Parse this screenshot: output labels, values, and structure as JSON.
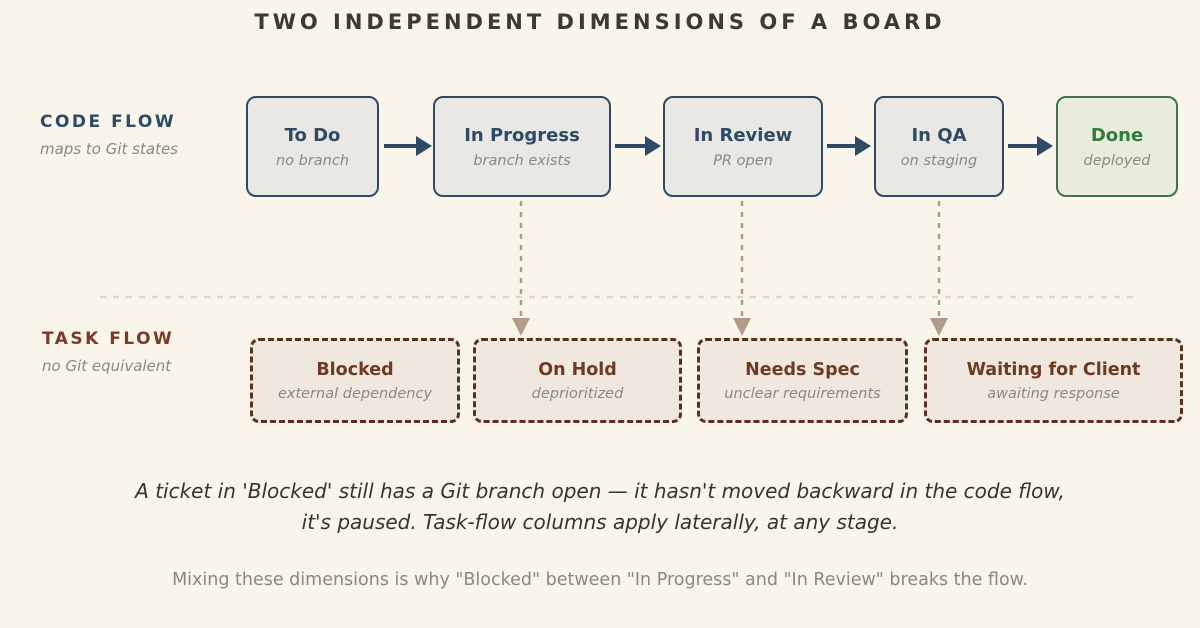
{
  "title": "TWO INDEPENDENT DIMENSIONS OF A BOARD",
  "colors": {
    "bg": "#faf5ea",
    "title": "#3a3a37",
    "navy": "#2e4a66",
    "codeBoxBg": "#e9e8e4",
    "doneText": "#2f7c3c",
    "doneBorder": "#41734a",
    "doneBg": "#e7ecdc",
    "maroon": "#6f3a22",
    "maroonBorder": "#5a3120",
    "taskBoxBg": "#f0e7df",
    "taskArrow": "#b49a8b",
    "divider": "#dcd6c8",
    "subGray": "#8c8983",
    "noteDark": "#35352f",
    "noteGray": "#8b8880"
  },
  "code_flow": {
    "label": "CODE FLOW",
    "sublabel": "maps to Git states",
    "stages": [
      {
        "title": "To Do",
        "subtitle": "no branch"
      },
      {
        "title": "In Progress",
        "subtitle": "branch exists"
      },
      {
        "title": "In Review",
        "subtitle": "PR open"
      },
      {
        "title": "In QA",
        "subtitle": "on staging"
      },
      {
        "title": "Done",
        "subtitle": "deployed"
      }
    ]
  },
  "task_flow": {
    "label": "TASK FLOW",
    "sublabel": "no Git equivalent",
    "stages": [
      {
        "title": "Blocked",
        "subtitle": "external dependency"
      },
      {
        "title": "On Hold",
        "subtitle": "deprioritized"
      },
      {
        "title": "Needs Spec",
        "subtitle": "unclear requirements"
      },
      {
        "title": "Waiting for Client",
        "subtitle": "awaiting response"
      }
    ]
  },
  "notes": {
    "primary_line1": "A ticket in 'Blocked' still has a Git branch open — it hasn't moved backward in the code flow,",
    "primary_line2": "it's paused. Task-flow columns apply laterally, at any stage.",
    "secondary": "Mixing these dimensions is why \"Blocked\" between \"In Progress\" and \"In Review\" breaks the flow."
  }
}
